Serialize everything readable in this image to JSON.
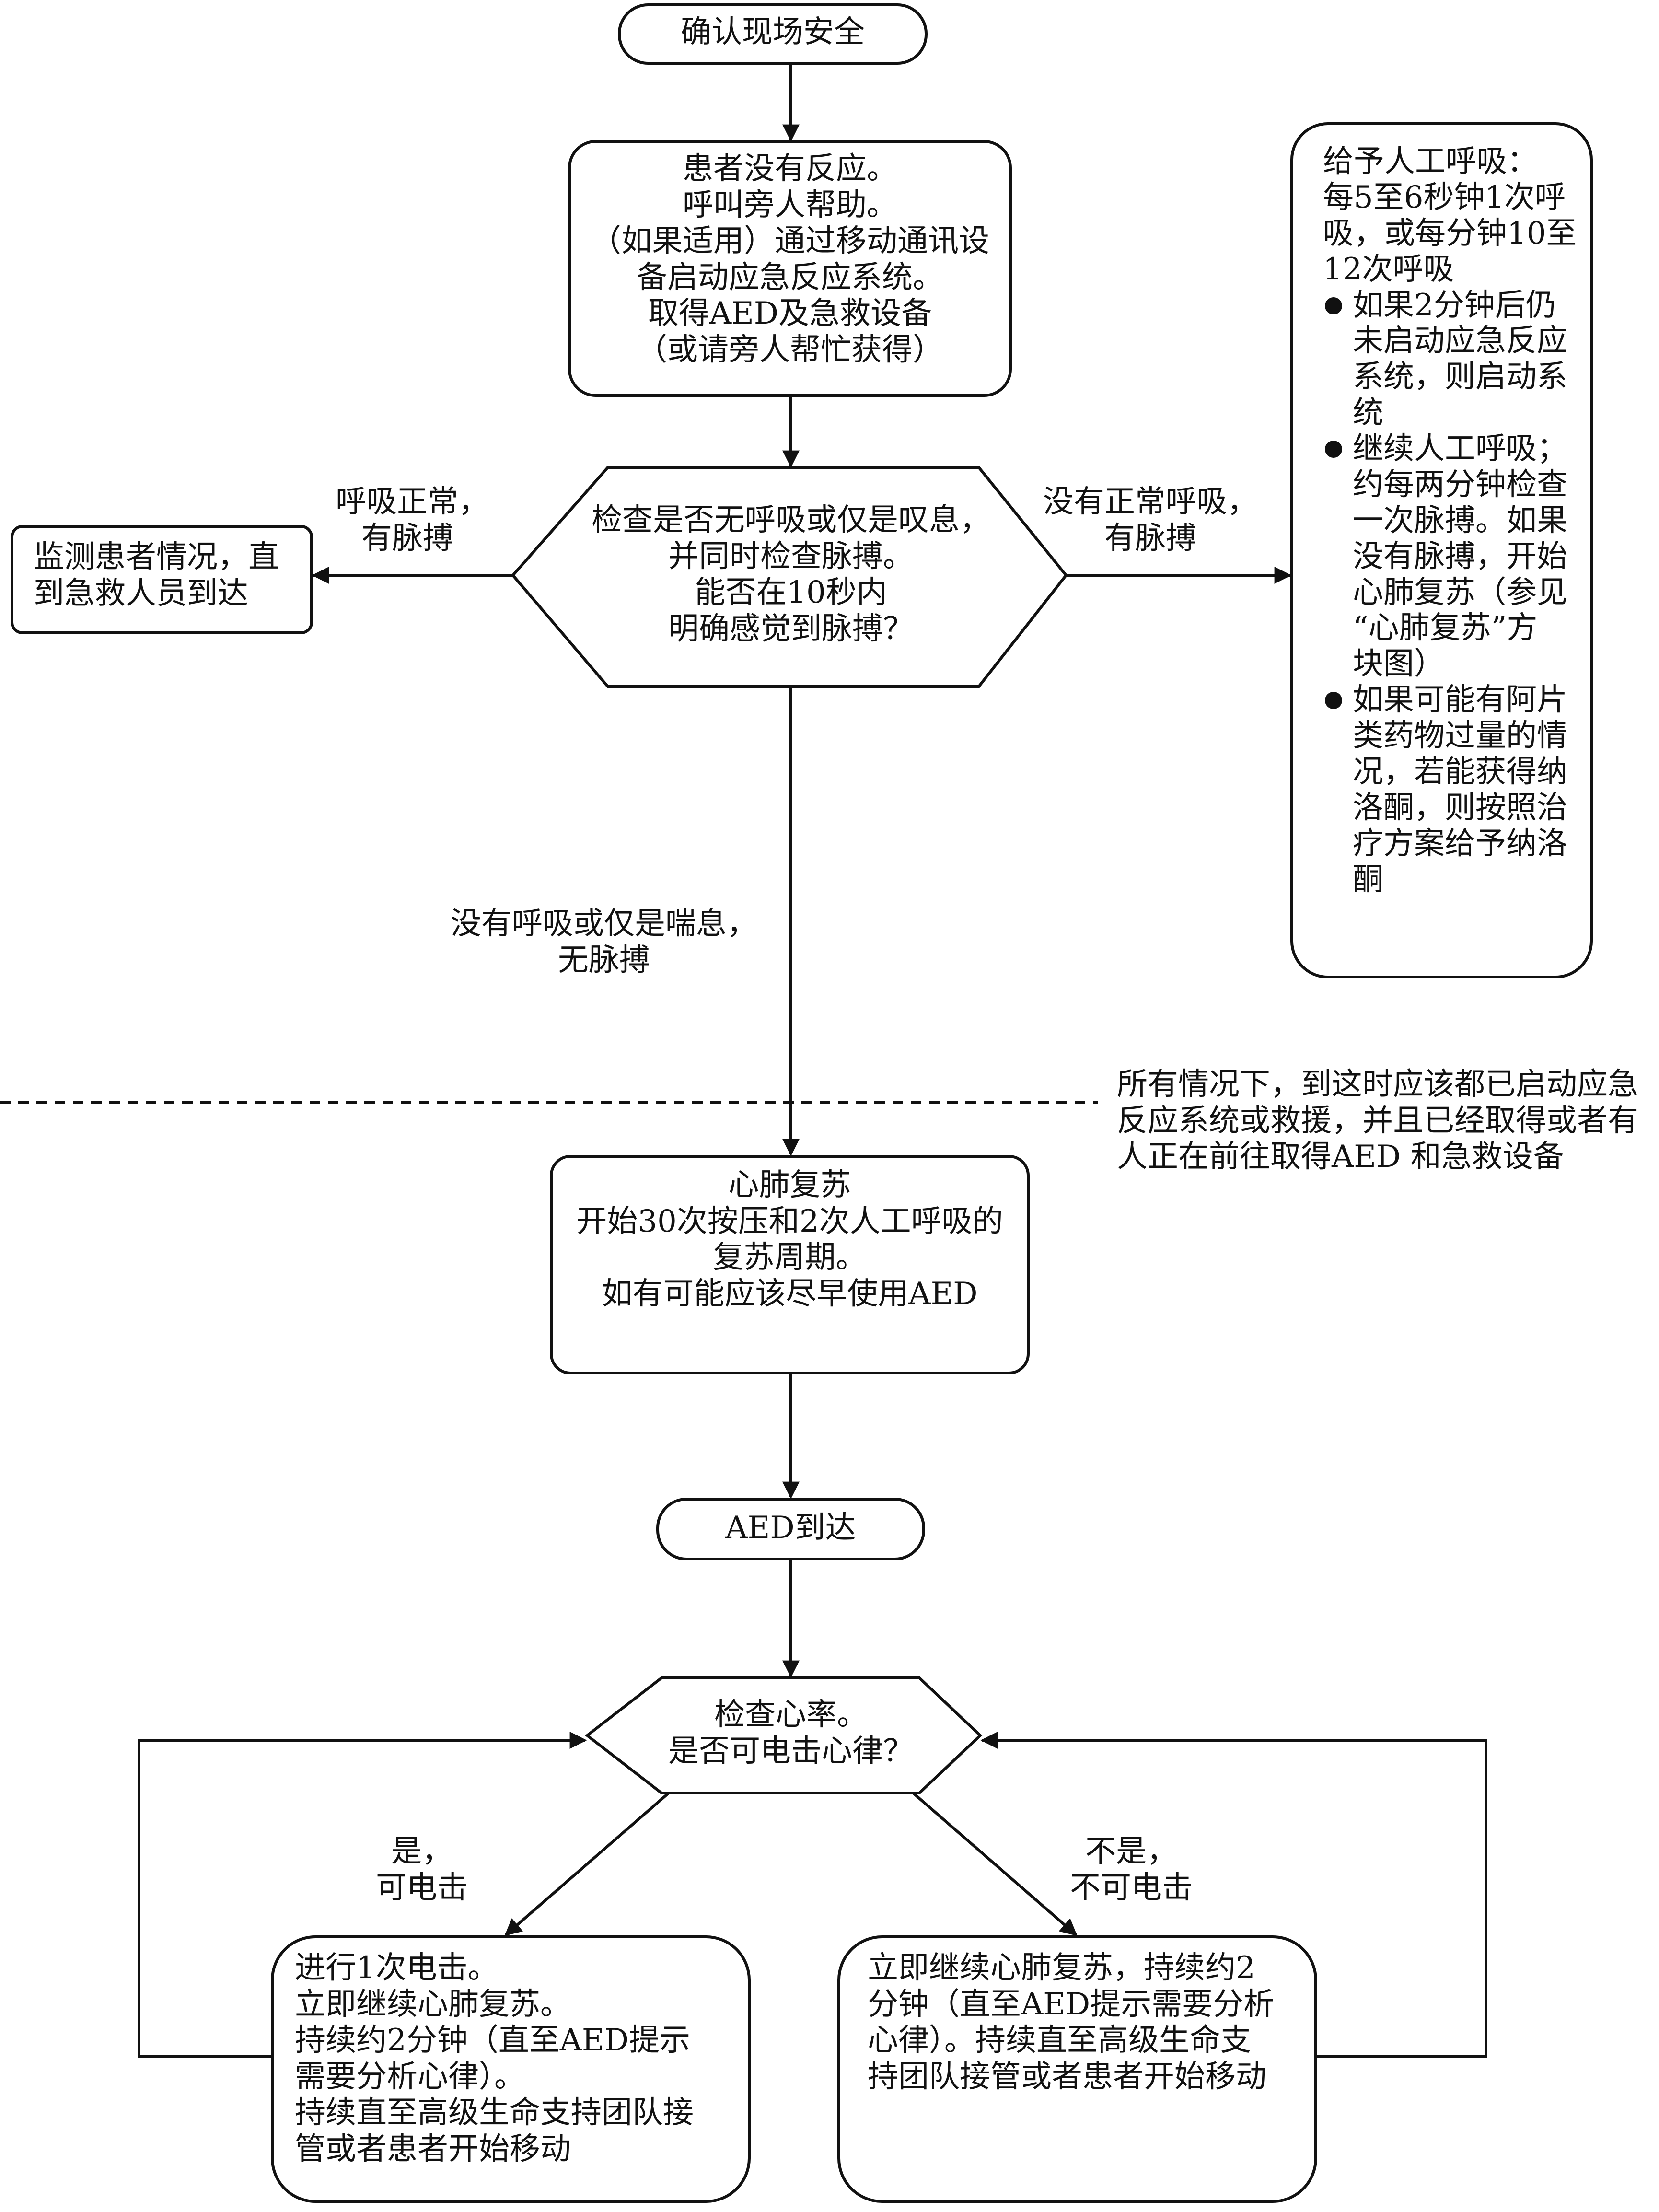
{
  "nodes": {
    "start": {
      "lines": [
        "确认现场安全"
      ]
    },
    "unresponsive": {
      "lines": [
        "患者没有反应。",
        "呼叫旁人帮助。",
        "（如果适用）通过移动通讯设",
        "备启动应急反应系统。",
        "取得AED及急救设备",
        "（或请旁人帮忙获得）"
      ]
    },
    "check_breathing": {
      "lines": [
        "检查是否无呼吸或仅是叹息，",
        "并同时检查脉搏。",
        "能否在10秒内",
        "明确感觉到脉搏？"
      ]
    },
    "monitor": {
      "lines": [
        "监测患者情况，直",
        "到急救人员到达"
      ]
    },
    "rescue_breathing": {
      "lines": [
        "给予人工呼吸：",
        "每5至6秒钟1次呼",
        "吸，或每分钟10至",
        "12次呼吸"
      ],
      "bullets": [
        [
          "如果2分钟后仍",
          "未启动应急反应",
          "系统，则启动系",
          "统"
        ],
        [
          "继续人工呼吸；",
          "约每两分钟检查",
          "一次脉搏。如果",
          "没有脉搏，开始",
          "心肺复苏（参见",
          "“心肺复苏”方",
          "块图）"
        ],
        [
          "如果可能有阿片",
          "类药物过量的情",
          "况，若能获得纳",
          "洛酮，则按照治",
          "疗方案给予纳洛",
          "酮"
        ]
      ]
    },
    "cpr": {
      "lines": [
        "心肺复苏",
        "开始30次按压和2次人工呼吸的",
        "复苏周期。",
        "如有可能应该尽早使用AED"
      ]
    },
    "aed_arrives": {
      "lines": [
        "AED到达"
      ]
    },
    "check_rhythm": {
      "lines": [
        "检查心率。",
        "是否可电击心律？"
      ]
    },
    "shock": {
      "lines": [
        "进行1次电击。",
        "立即继续心肺复苏。",
        "持续约2分钟（直至AED提示",
        "需要分析心律）。",
        "持续直至高级生命支持团队接",
        "管或者患者开始移动"
      ]
    },
    "no_shock": {
      "lines": [
        "立即继续心肺复苏，持续约2",
        "分钟（直至AED提示需要分析",
        "心律）。持续直至高级生命支",
        "持团队接管或者患者开始移动"
      ]
    }
  },
  "edge_labels": {
    "normal_breathing": [
      "呼吸正常，",
      "有脉搏"
    ],
    "abnormal_breathing": [
      "没有正常呼吸，",
      "有脉搏"
    ],
    "no_breathing": [
      "没有呼吸或仅是喘息，",
      "无脉搏"
    ],
    "shockable": [
      "是，",
      "可电击"
    ],
    "not_shockable": [
      "不是，",
      "不可电击"
    ]
  },
  "note": {
    "lines": [
      "所有情况下，到这时应该都已启动应急",
      "反应系统或救援，并且已经取得或者有",
      "人正在前往取得AED 和急救设备"
    ]
  }
}
